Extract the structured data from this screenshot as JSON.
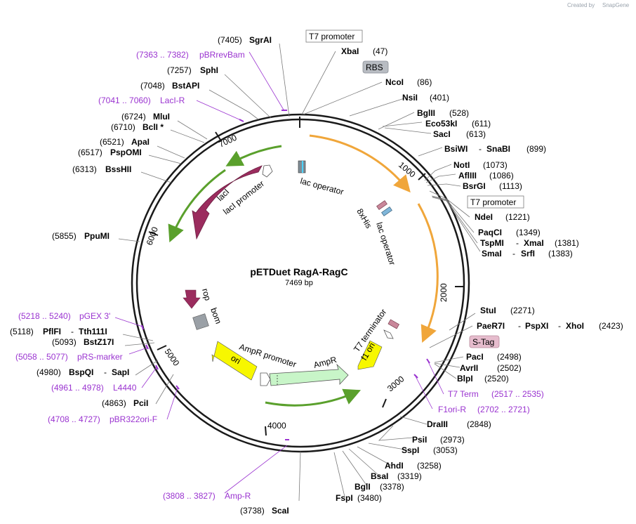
{
  "watermark": {
    "prefix": "Created by",
    "brand": "SnapGene"
  },
  "plasmid": {
    "name": "pETDuet RagA-RagC",
    "length": "7469 bp"
  },
  "ticks": [
    "1000",
    "2000",
    "3000",
    "4000",
    "5000",
    "6000",
    "7000"
  ],
  "sites": [
    {
      "pos": "(7405)",
      "name": "SgrAI"
    },
    {
      "pos": "(7257)",
      "name": "SphI"
    },
    {
      "pos": "(7048)",
      "name": "BstAPI"
    },
    {
      "pos": "(6724)",
      "name": "MluI"
    },
    {
      "pos": "(6710)",
      "name": "BclI *"
    },
    {
      "pos": "(6521)",
      "name": "ApaI"
    },
    {
      "pos": "(6517)",
      "name": "PspOMI"
    },
    {
      "pos": "(6313)",
      "name": "BssHII"
    },
    {
      "pos": "(5855)",
      "name": "PpuMI"
    },
    {
      "pos": "(5118)",
      "name": "PflFI",
      "name2": "Tth111I"
    },
    {
      "pos": "(5093)",
      "name": "BstZ17I"
    },
    {
      "pos": "(4980)",
      "name": "BspQI",
      "name2": "SapI"
    },
    {
      "pos": "(4863)",
      "name": "PciI"
    },
    {
      "pos": "(3738)",
      "name": "ScaI"
    },
    {
      "pos": "(3480)",
      "name": "FspI"
    },
    {
      "pos": "(3378)",
      "name": "BglI"
    },
    {
      "pos": "(3319)",
      "name": "BsaI"
    },
    {
      "pos": "(3258)",
      "name": "AhdI"
    },
    {
      "pos": "(3053)",
      "name": "SspI"
    },
    {
      "pos": "(2973)",
      "name": "PsiI"
    },
    {
      "pos": "(2848)",
      "name": "DraIII"
    },
    {
      "pos": "(2520)",
      "name": "BlpI"
    },
    {
      "pos": "(2502)",
      "name": "AvrII"
    },
    {
      "pos": "(2498)",
      "name": "PacI"
    },
    {
      "pos": "(2423)",
      "name": "PaeR7I",
      "name2": "PspXI",
      "name3": "XhoI"
    },
    {
      "pos": "(2271)",
      "name": "StuI"
    },
    {
      "pos": "(1383)",
      "name": "SmaI",
      "name2": "SrfI"
    },
    {
      "pos": "(1381)",
      "name": "TspMI",
      "name2": "XmaI"
    },
    {
      "pos": "(1349)",
      "name": "PaqCI"
    },
    {
      "pos": "(1221)",
      "name": "NdeI"
    },
    {
      "pos": "(1113)",
      "name": "BsrGI"
    },
    {
      "pos": "(1086)",
      "name": "AflIII"
    },
    {
      "pos": "(1073)",
      "name": "NotI"
    },
    {
      "pos": "(899)",
      "name": "BsiWI",
      "name2": "SnaBI"
    },
    {
      "pos": "(613)",
      "name": "SacI"
    },
    {
      "pos": "(611)",
      "name": "Eco53kI"
    },
    {
      "pos": "(528)",
      "name": "BglII"
    },
    {
      "pos": "(401)",
      "name": "NsiI"
    },
    {
      "pos": "(86)",
      "name": "NcoI"
    },
    {
      "pos": "(47)",
      "name": "XbaI"
    }
  ],
  "primers": [
    {
      "range": "(7363 .. 7382)",
      "name": "pBRrevBam"
    },
    {
      "range": "(7041 .. 7060)",
      "name": "LacI-R"
    },
    {
      "range": "(5218 .. 5240)",
      "name": "pGEX 3'"
    },
    {
      "range": "(5058 .. 5077)",
      "name": "pRS-marker"
    },
    {
      "range": "(4961 .. 4978)",
      "name": "L4440"
    },
    {
      "range": "(4708 .. 4727)",
      "name": "pBR322ori-F"
    },
    {
      "range": "(3808 .. 3827)",
      "name": "Amp-R"
    },
    {
      "range": "(2517 .. 2535)",
      "name": "T7 Term"
    },
    {
      "range": "(2702 .. 2721)",
      "name": "F1ori-R"
    }
  ],
  "boxed": {
    "t7_promoter_1": "T7 promoter",
    "rbs": "RBS",
    "t7_promoter_2": "T7 promoter",
    "s_tag": "S-Tag"
  },
  "features": {
    "lac_operator_1": "lac operator",
    "lac_operator_2": "lac operator",
    "his": "8xHis",
    "laci": "lacI",
    "laci_promoter": "lacI promoter",
    "rop": "rop",
    "bom": "bom",
    "ampr_promoter": "AmpR promoter",
    "ampr": "AmpR",
    "ori": "ori",
    "t7_terminator": "T7 terminator",
    "f1_ori": "f1 ori"
  },
  "colors": {
    "backbone": "#1a1a1a",
    "orf": "#f0a63a",
    "laci_orf": "#5aa02c",
    "laci": "#9b2c5e",
    "ampr": "#c8f5c8",
    "ori": "#f7f700",
    "primer": "#9a33d0",
    "label_gray": "#b8bcc2",
    "label_pink": "#e6bccd"
  }
}
